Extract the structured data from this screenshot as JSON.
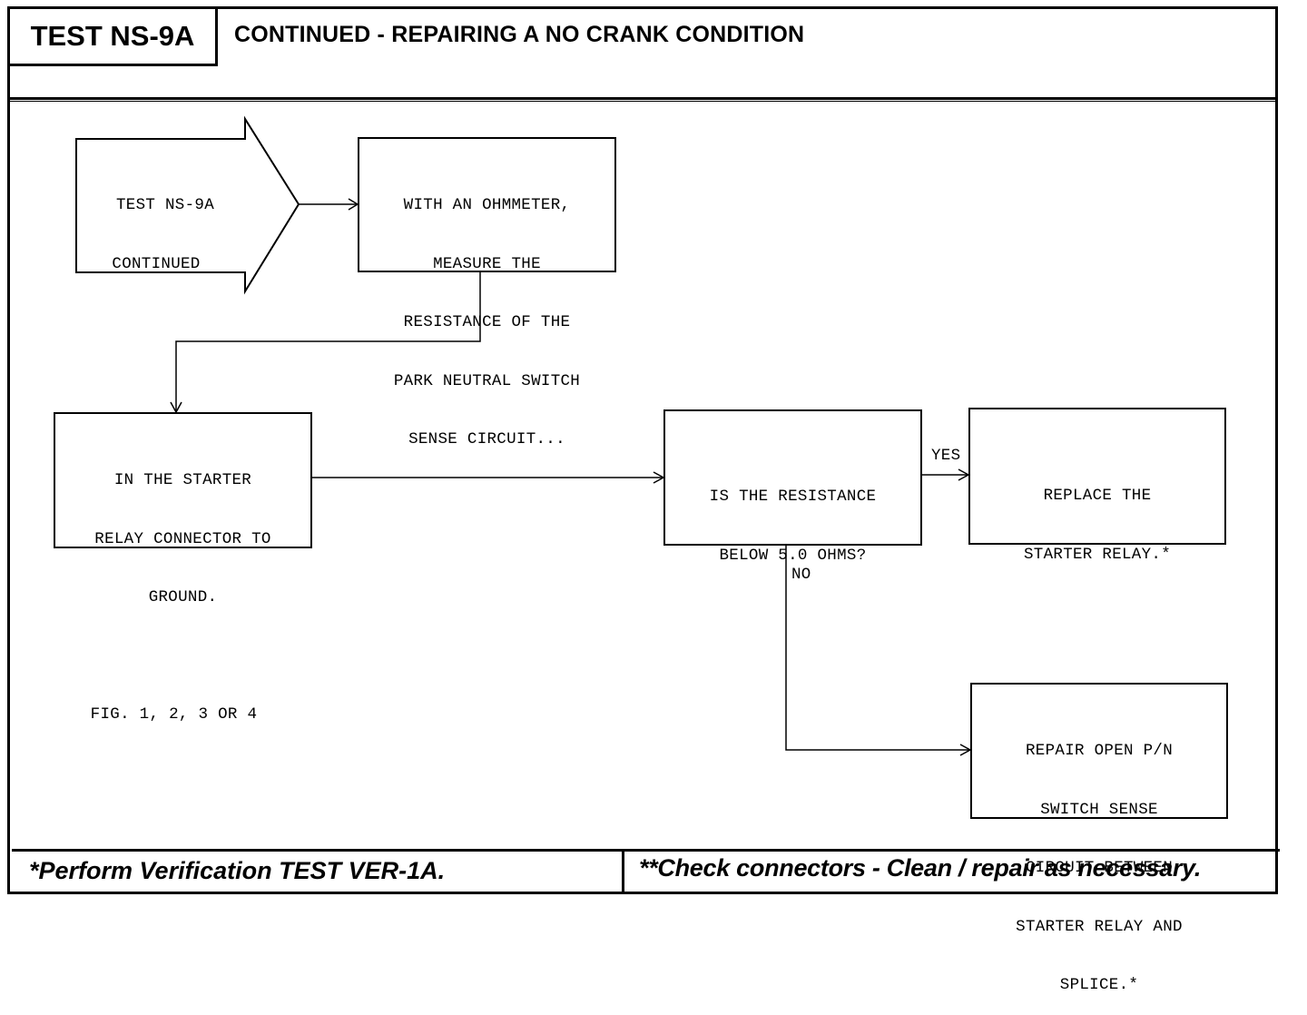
{
  "header": {
    "test_id": "TEST NS-9A",
    "title": "CONTINUED - REPAIRING A NO CRANK CONDITION"
  },
  "flowchart": {
    "entry": {
      "lines": [
        "TEST NS-9A",
        "CONTINUED"
      ]
    },
    "measure": {
      "lines": [
        "WITH AN OHMMETER,",
        "MEASURE THE",
        "RESISTANCE OF THE",
        "PARK NEUTRAL SWITCH",
        "SENSE CIRCUIT..."
      ]
    },
    "connector": {
      "lines": [
        "IN THE STARTER",
        "RELAY CONNECTOR TO",
        "GROUND.",
        "",
        "FIG. 1, 2, 3 OR 4"
      ]
    },
    "decision": {
      "lines": [
        "IS THE RESISTANCE",
        "BELOW 5.0 OHMS?"
      ]
    },
    "yes_action": {
      "lines": [
        "REPLACE THE",
        "STARTER RELAY.*"
      ]
    },
    "no_action": {
      "lines": [
        "REPAIR OPEN P/N",
        "SWITCH SENSE",
        "CIRCUIT BETWEEN",
        "STARTER RELAY AND",
        "SPLICE.*"
      ]
    },
    "yes_label": "YES",
    "no_label": "NO"
  },
  "footer": {
    "left_note": "*Perform Verification TEST VER-1A.",
    "right_note": "**Check connectors - Clean / repair as necessary."
  }
}
